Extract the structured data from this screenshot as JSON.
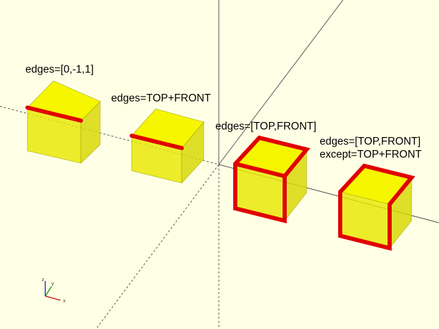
{
  "viewport": {
    "background": "#ffffe5",
    "cube_fill": "#f0f000",
    "edge_highlight_color": "#e00000",
    "axis_gizmo": {
      "x": "x",
      "y": "y",
      "z": "z",
      "x_color": "#d00000",
      "y_color": "#009000",
      "z_color": "#0000d0"
    }
  },
  "labels": [
    {
      "line1": "edges=[0,-1,1]"
    },
    {
      "line1": "edges=TOP+FRONT"
    },
    {
      "line1": "edges=[TOP,FRONT]"
    },
    {
      "line1": "edges=[TOP,FRONT]",
      "line2": "except=TOP+FRONT"
    }
  ],
  "cubes": [
    {
      "highlight": "top-front edge"
    },
    {
      "highlight": "top-front edge"
    },
    {
      "highlight": "all top and front edges"
    },
    {
      "highlight": "top and front edges except top-front"
    }
  ]
}
